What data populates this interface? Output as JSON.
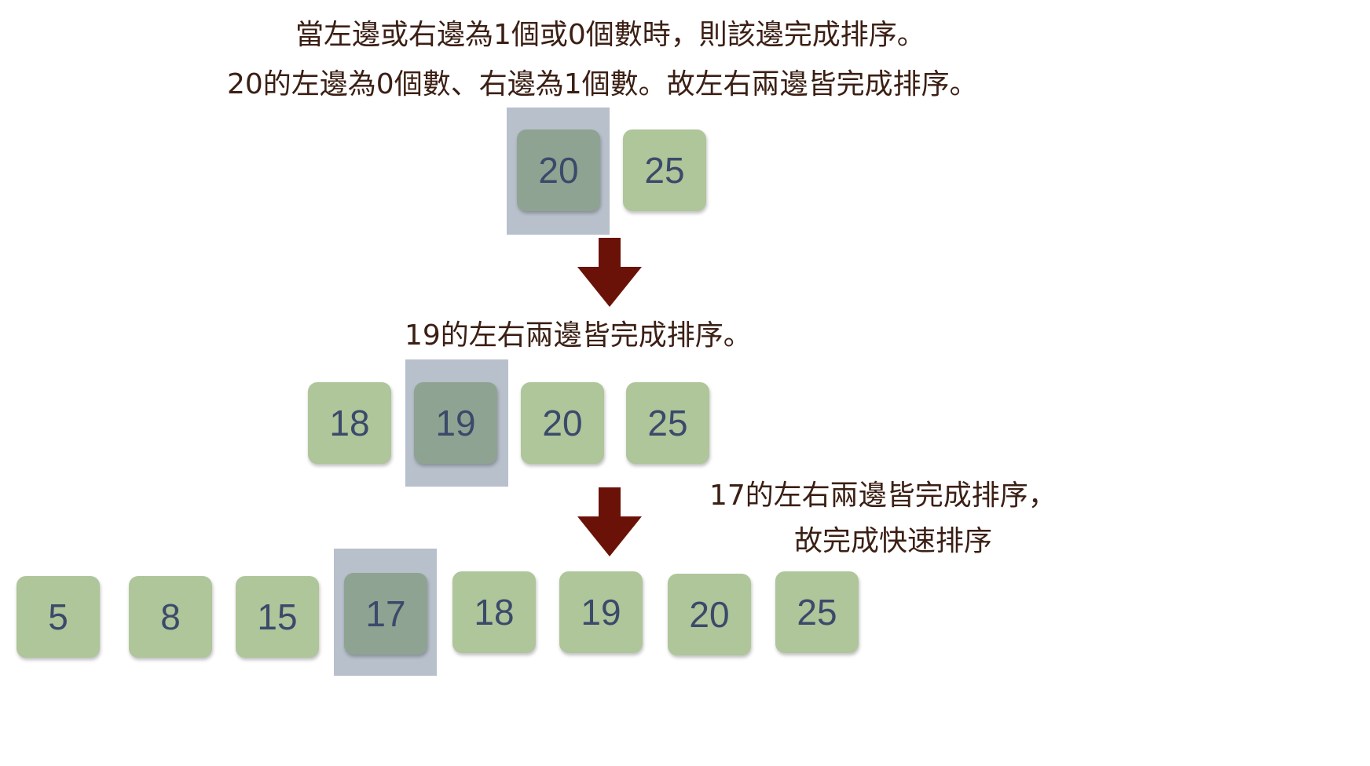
{
  "captions": {
    "line1": "當左邊或右邊為1個或0個數時，則該邊完成排序。",
    "line2": "20的左邊為0個數、右邊為1個數。故左右兩邊皆完成排序。",
    "line3": "19的左右兩邊皆完成排序。",
    "line4": "17的左右兩邊皆完成排序，",
    "line5": "故完成快速排序"
  },
  "rows": [
    {
      "values": [
        "20",
        "25"
      ],
      "pivot": "20"
    },
    {
      "values": [
        "18",
        "19",
        "20",
        "25"
      ],
      "pivot": "19"
    },
    {
      "values": [
        "5",
        "8",
        "15",
        "17",
        "18",
        "19",
        "20",
        "25"
      ],
      "pivot": "17"
    }
  ],
  "colors": {
    "box": "#afc59a",
    "pivot_box": "#8fa392",
    "highlight": "#b8c0cc",
    "arrow": "#6b1208",
    "text": "#3b1f14"
  }
}
